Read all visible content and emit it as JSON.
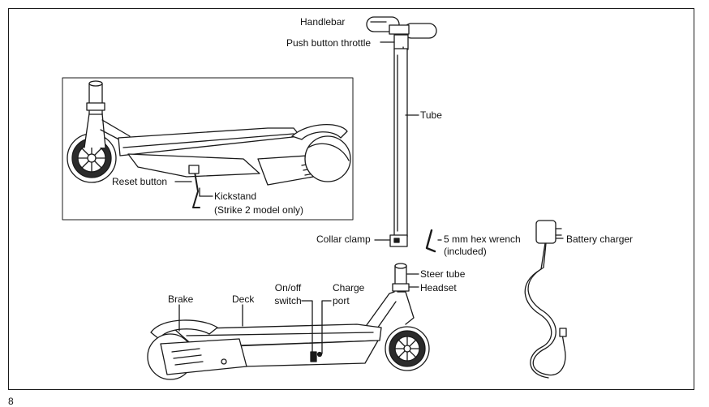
{
  "labels": {
    "handlebar": "Handlebar",
    "throttle": "Push button throttle",
    "tube": "Tube",
    "reset_button": "Reset button",
    "kickstand": "Kickstand",
    "kickstand_note": "(Strike 2 model only)",
    "collar_clamp": "Collar clamp",
    "hex_wrench": "5 mm hex wrench",
    "hex_wrench_note": "(included)",
    "battery_charger": "Battery charger",
    "steer_tube": "Steer tube",
    "headset": "Headset",
    "brake": "Brake",
    "deck": "Deck",
    "onoff_line1": "On/off",
    "onoff_line2": "switch",
    "charge_line1": "Charge",
    "charge_line2": "port"
  },
  "page_number": "8"
}
